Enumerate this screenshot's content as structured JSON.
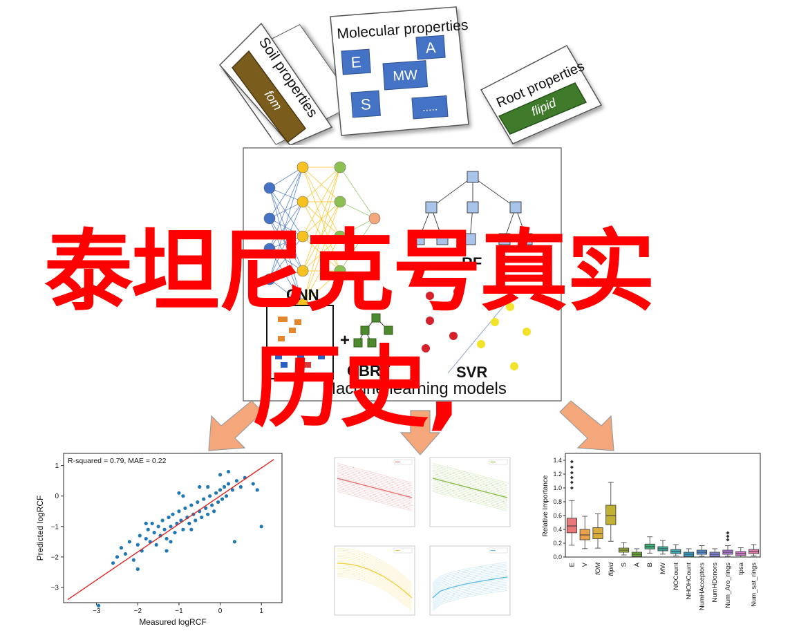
{
  "soil": {
    "title": "Soil properties",
    "param": "fom"
  },
  "molecular": {
    "title": "Molecular properties",
    "boxes": [
      "E",
      "A",
      "MW",
      "S",
      "....."
    ]
  },
  "root": {
    "title": "Root properties",
    "param": "flipid"
  },
  "models": {
    "caption": "Machine learning models",
    "labels": {
      "cnn": "CNN",
      "plus": "+",
      "gbrt": "GBRT",
      "rf": "RF",
      "svr": "SVR"
    }
  },
  "overlay": {
    "line1": "泰坦尼克号真实",
    "line2": "历史,"
  },
  "colors": {
    "overlay": "#ff0000",
    "boxes": "#4472c4",
    "soil": "#7a5c1c",
    "root": "#3f7a2a",
    "arrow": "#f4a77a"
  },
  "chart_data": [
    {
      "type": "scatter",
      "annotation": "R-squared = 0.79, MAE = 0.22",
      "xlabel": "Measured logRCF",
      "ylabel": "Predicted logRCF",
      "xlim": [
        -3.8,
        1.5
      ],
      "ylim": [
        -3.5,
        1.4
      ],
      "xticks": [
        -3,
        -2,
        -1,
        0,
        1
      ],
      "yticks": [
        1,
        0,
        -1,
        -2,
        -3
      ],
      "points": [
        [
          -2.95,
          -3.6
        ],
        [
          -2.6,
          -2.2
        ],
        [
          -2.5,
          -2.0
        ],
        [
          -2.4,
          -1.7
        ],
        [
          -2.3,
          -1.9
        ],
        [
          -2.2,
          -1.5
        ],
        [
          -2.1,
          -2.1
        ],
        [
          -2.0,
          -1.6
        ],
        [
          -1.95,
          -1.3
        ],
        [
          -1.9,
          -1.8
        ],
        [
          -1.8,
          -1.4
        ],
        [
          -1.75,
          -1.1
        ],
        [
          -1.7,
          -1.5
        ],
        [
          -1.65,
          -0.9
        ],
        [
          -1.6,
          -1.2
        ],
        [
          -1.55,
          -1.6
        ],
        [
          -1.5,
          -1.0
        ],
        [
          -1.45,
          -1.3
        ],
        [
          -1.4,
          -0.8
        ],
        [
          -1.35,
          -1.1
        ],
        [
          -1.3,
          -1.4
        ],
        [
          -1.25,
          -0.7
        ],
        [
          -1.2,
          -1.0
        ],
        [
          -1.15,
          -0.6
        ],
        [
          -1.1,
          -1.2
        ],
        [
          -1.05,
          -0.9
        ],
        [
          -1.0,
          -0.5
        ],
        [
          -0.95,
          -0.8
        ],
        [
          -0.9,
          -1.1
        ],
        [
          -0.85,
          -0.4
        ],
        [
          -0.8,
          -0.7
        ],
        [
          -0.75,
          -0.9
        ],
        [
          -0.7,
          -0.3
        ],
        [
          -0.65,
          -0.6
        ],
        [
          -0.6,
          -0.8
        ],
        [
          -0.55,
          -0.2
        ],
        [
          -0.5,
          -0.5
        ],
        [
          -0.45,
          -0.7
        ],
        [
          -0.4,
          -0.1
        ],
        [
          -0.35,
          -0.4
        ],
        [
          -0.3,
          -0.6
        ],
        [
          -0.25,
          0.0
        ],
        [
          -0.2,
          -0.3
        ],
        [
          -0.15,
          -0.5
        ],
        [
          -0.1,
          0.1
        ],
        [
          -0.05,
          -0.2
        ],
        [
          0.0,
          0.2
        ],
        [
          0.05,
          -0.1
        ],
        [
          0.1,
          0.3
        ],
        [
          0.15,
          0.0
        ],
        [
          0.2,
          0.4
        ],
        [
          0.3,
          0.2
        ],
        [
          0.4,
          0.5
        ],
        [
          0.5,
          0.3
        ],
        [
          0.6,
          0.6
        ],
        [
          0.9,
          0.2
        ],
        [
          -0.5,
          0.3
        ],
        [
          -1.0,
          0.1
        ],
        [
          0.0,
          0.7
        ],
        [
          0.35,
          -1.5
        ],
        [
          -1.8,
          -0.9
        ],
        [
          -1.3,
          -1.8
        ],
        [
          -2.0,
          -2.4
        ],
        [
          -0.9,
          0.0
        ],
        [
          -0.3,
          0.3
        ],
        [
          0.2,
          0.8
        ],
        [
          0.8,
          0.4
        ],
        [
          1.0,
          -1.0
        ],
        [
          -1.2,
          -1.5
        ],
        [
          -0.7,
          -1.1
        ]
      ]
    },
    {
      "type": "line",
      "note": "partial dependence panels (four small plots)"
    },
    {
      "type": "box",
      "ylabel": "Relative Importance",
      "ylim": [
        0,
        1.5
      ],
      "yticks": [
        0.0,
        0.2,
        0.4,
        0.6,
        0.8,
        1.0,
        1.2,
        1.4
      ],
      "categories": [
        "E",
        "V",
        "fOM",
        "flipid",
        "S",
        "A",
        "B",
        "MW",
        "NOCount",
        "NHOHCount",
        "NumHAcceptors",
        "NumHDonors",
        "Num_Aro_rings",
        "tpsa",
        "Num_sat_rings"
      ],
      "medians": [
        0.45,
        0.32,
        0.34,
        0.6,
        0.1,
        0.04,
        0.15,
        0.12,
        0.08,
        0.04,
        0.07,
        0.04,
        0.07,
        0.05,
        0.08
      ]
    }
  ]
}
